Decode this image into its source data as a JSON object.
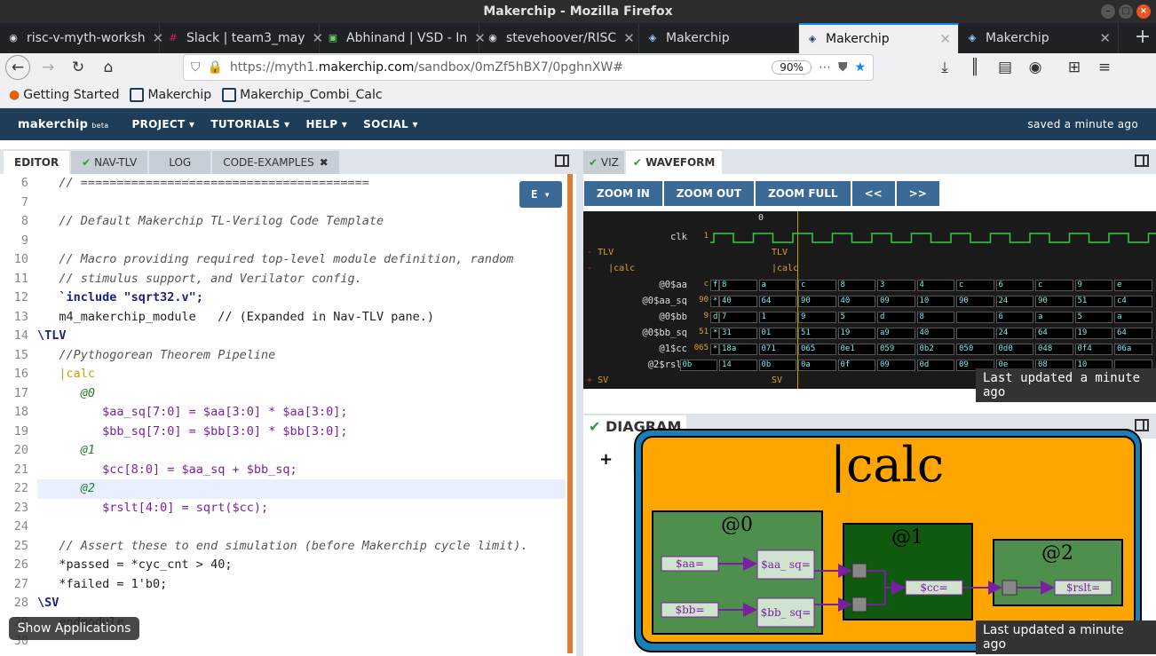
{
  "window": {
    "title": "Makerchip - Mozilla Firefox"
  },
  "tabs": [
    {
      "label": "risc-v-myth-worksh",
      "icon": "github-icon"
    },
    {
      "label": "Slack | team3_may",
      "icon": "slack-icon"
    },
    {
      "label": "Abhinand | VSD - In",
      "icon": "vsd-icon"
    },
    {
      "label": "stevehoover/RISC",
      "icon": "github-icon"
    },
    {
      "label": "Makerchip",
      "icon": "makerchip-icon"
    },
    {
      "label": "Makerchip",
      "icon": "makerchip-icon"
    },
    {
      "label": "Makerchip",
      "icon": "makerchip-icon"
    }
  ],
  "url": {
    "prefix": "https://myth1.",
    "host": "makerchip.com",
    "path": "/sandbox/0mZf5hBX7/0pghnXW#",
    "zoom": "90%"
  },
  "bookmarks": [
    "Getting Started",
    "Makerchip",
    "Makerchip_Combi_Calc"
  ],
  "makerchip": {
    "logo": "makerchip",
    "beta": "beta",
    "menu": [
      "PROJECT",
      "TUTORIALS",
      "HELP",
      "SOCIAL"
    ],
    "saved": "saved a minute ago"
  },
  "left_tabs": [
    "EDITOR",
    "NAV-TLV",
    "LOG",
    "CODE-EXAMPLES"
  ],
  "editor": {
    "dropdown": "E",
    "line_numbers": [
      "6",
      "7",
      "8",
      "9",
      "10",
      "11",
      "12",
      "13",
      "14",
      "15",
      "16",
      "17",
      "18",
      "19",
      "20",
      "21",
      "22",
      "23",
      "24",
      "25",
      "26",
      "27",
      "28",
      "29",
      "30"
    ],
    "lines": [
      "   // ========================================",
      "",
      "   // Default Makerchip TL-Verilog Code Template",
      "",
      "   // Macro providing required top-level module definition, random",
      "   // stimulus support, and Verilator config.",
      "   `include \"sqrt32.v\";",
      "   m4_makerchip_module   // (Expanded in Nav-TLV pane.)",
      "\\TLV",
      "   //Pythogorean Theorem Pipeline",
      "   |calc",
      "      @0",
      "         $aa_sq[7:0] = $aa[3:0] * $aa[3:0];",
      "         $bb_sq[7:0] = $bb[3:0] * $bb[3:0];",
      "      @1",
      "         $cc[8:0] = $aa_sq + $bb_sq;",
      "      @2",
      "         $rslt[4:0] = sqrt($cc);",
      "",
      "   // Assert these to end simulation (before Makerchip cycle limit).",
      "   *passed = *cyc_cnt > 40;",
      "   *failed = 1'b0;",
      "\\SV",
      "   endmodule",
      ""
    ]
  },
  "show_apps": "Show Applications",
  "right_tabs": [
    "VIZ",
    "WAVEFORM"
  ],
  "wave_buttons": [
    "ZOOM IN",
    "ZOOM OUT",
    "ZOOM FULL",
    "<<",
    ">>"
  ],
  "waveform": {
    "cursor": "0",
    "clk": {
      "label": "clk",
      "value": "1"
    },
    "groups": {
      "tlv": "TLV",
      "calc": "|calc",
      "sv": "SV"
    },
    "signals": [
      {
        "label": "@0$aa",
        "value": "c",
        "cells": [
          "f",
          "8",
          "a",
          "c",
          "8",
          "3",
          "4",
          "c",
          "6",
          "c",
          "9",
          "e"
        ]
      },
      {
        "label": "@0$aa_sq",
        "value": "90",
        "cells": [
          "*",
          "40",
          "64",
          "90",
          "40",
          "09",
          "10",
          "90",
          "24",
          "90",
          "51",
          "c4"
        ]
      },
      {
        "label": "@0$bb",
        "value": "9",
        "cells": [
          "d",
          "7",
          "1",
          "9",
          "5",
          "d",
          "8",
          "",
          "6",
          "a",
          "5",
          "a"
        ]
      },
      {
        "label": "@0$bb_sq",
        "value": "51",
        "cells": [
          "*",
          "31",
          "01",
          "51",
          "19",
          "a9",
          "40",
          "",
          "24",
          "64",
          "19",
          "64"
        ]
      },
      {
        "label": "@1$cc",
        "value": "065",
        "cells": [
          "*",
          "18a",
          "071",
          "065",
          "0e1",
          "059",
          "0b2",
          "050",
          "0d0",
          "048",
          "0f4",
          "06a"
        ]
      },
      {
        "label": "@2$rslt",
        "value": "0b",
        "cells": [
          "0b",
          "14",
          "0b",
          "0a",
          "0f",
          "09",
          "0d",
          "09",
          "0e",
          "08",
          "10",
          ""
        ]
      }
    ],
    "updated": "Last updated a minute ago"
  },
  "diagram": {
    "tab": "DIAGRAM",
    "title": "|calc",
    "stages": [
      "@0",
      "@1",
      "@2"
    ],
    "nodes": [
      "$aa=",
      "$bb=",
      "$aa_ sq=",
      "$bb_ sq=",
      "$cc=",
      "$rslt="
    ],
    "updated": "Last updated a minute ago"
  }
}
